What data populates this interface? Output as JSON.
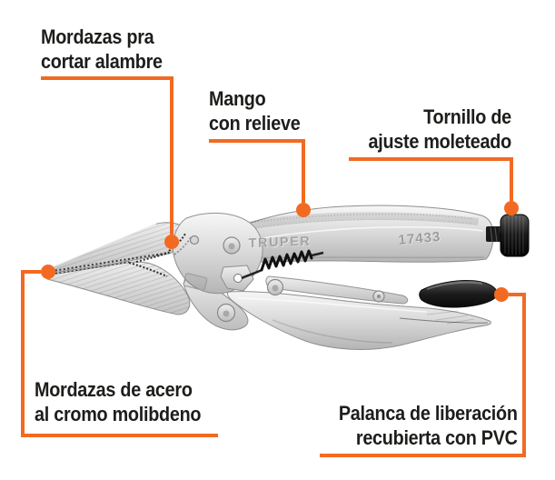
{
  "page": {
    "background": "#ffffff"
  },
  "product": {
    "brand_marking": "TRUPER",
    "model_marking": "17433"
  },
  "callouts": {
    "wire_jaws": {
      "line1": "Mordazas pra",
      "line2": "cortar alambre"
    },
    "grip": {
      "line1": "Mango",
      "line2": "con relieve"
    },
    "screw": {
      "line1": "Tornillo de",
      "line2": "ajuste moleteado"
    },
    "steel_jaws": {
      "line1": "Mordazas de acero",
      "line2": "al cromo molibdeno"
    },
    "lever": {
      "line1": "Palanca de liberación",
      "line2": "recubierta con PVC"
    }
  },
  "colors": {
    "accent": "#F26A22",
    "label_text": "#1D1D1B",
    "metal_light": "#F4F4F4",
    "metal_dark": "#B9B9B9",
    "black_parts": "#161616"
  }
}
